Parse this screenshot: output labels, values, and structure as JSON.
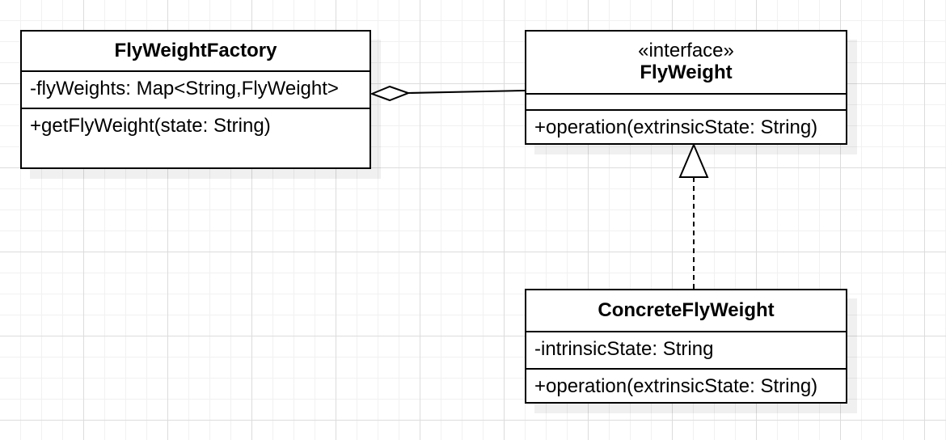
{
  "factory": {
    "name": "FlyWeightFactory",
    "attribute": "-flyWeights: Map<String,FlyWeight>",
    "operation": "+getFlyWeight(state: String)"
  },
  "flyweight": {
    "stereotype": "«interface»",
    "name": "FlyWeight",
    "attribute": "",
    "operation": "+operation(extrinsicState: String)"
  },
  "concrete": {
    "name": "ConcreteFlyWeight",
    "attribute": "-intrinsicState: String",
    "operation": "+operation(extrinsicState: String)"
  },
  "relations": [
    {
      "type": "aggregation",
      "from": "FlyWeightFactory",
      "to": "FlyWeight"
    },
    {
      "type": "realization",
      "from": "ConcreteFlyWeight",
      "to": "FlyWeight"
    }
  ]
}
